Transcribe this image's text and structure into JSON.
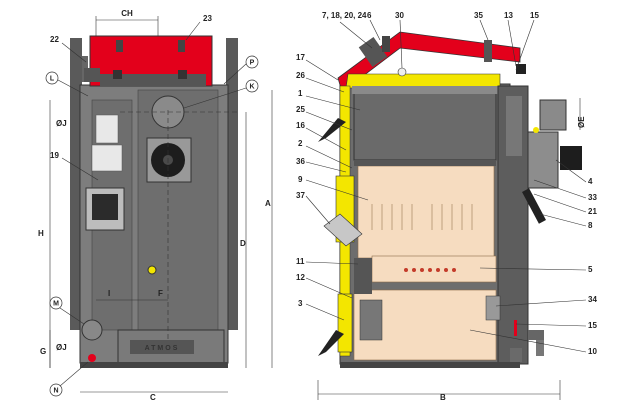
{
  "front_view": {
    "brand_plate": "ATMOS",
    "dimensions": {
      "ch": "CH",
      "h": "H",
      "a": "A",
      "d": "D",
      "c": "C",
      "i": "I",
      "f": "F",
      "g": "G"
    },
    "diam_j_top": "ØJ",
    "diam_j_bottom": "ØJ",
    "callouts": {
      "n23": "23",
      "n22": "22",
      "n19": "19"
    },
    "circle_labels": {
      "l": "L",
      "p": "P",
      "k": "K",
      "m": "M",
      "n": "N"
    }
  },
  "side_view": {
    "dimensions": {
      "b": "B",
      "e": "ØE"
    },
    "callouts": {
      "n7_18_20_24": "7, 18, 20, 24",
      "n6": "6",
      "n30": "30",
      "n35": "35",
      "n13": "13",
      "n15_top": "15",
      "n17": "17",
      "n26": "26",
      "n1": "1",
      "n25": "25",
      "n16": "16",
      "n2": "2",
      "n36": "36",
      "n9": "9",
      "n37": "37",
      "n11": "11",
      "n12": "12",
      "n3": "3",
      "n4": "4",
      "n33": "33",
      "n21": "21",
      "n8": "8",
      "n5": "5",
      "n34": "34",
      "n15_bottom": "15",
      "n10": "10"
    }
  },
  "colors": {
    "body_grey": "#7d7d7d",
    "dark_grey": "#4a4a4a",
    "red": "#e3001b",
    "yellow": "#f3e600",
    "chamber_beige": "#f6dcc0"
  }
}
